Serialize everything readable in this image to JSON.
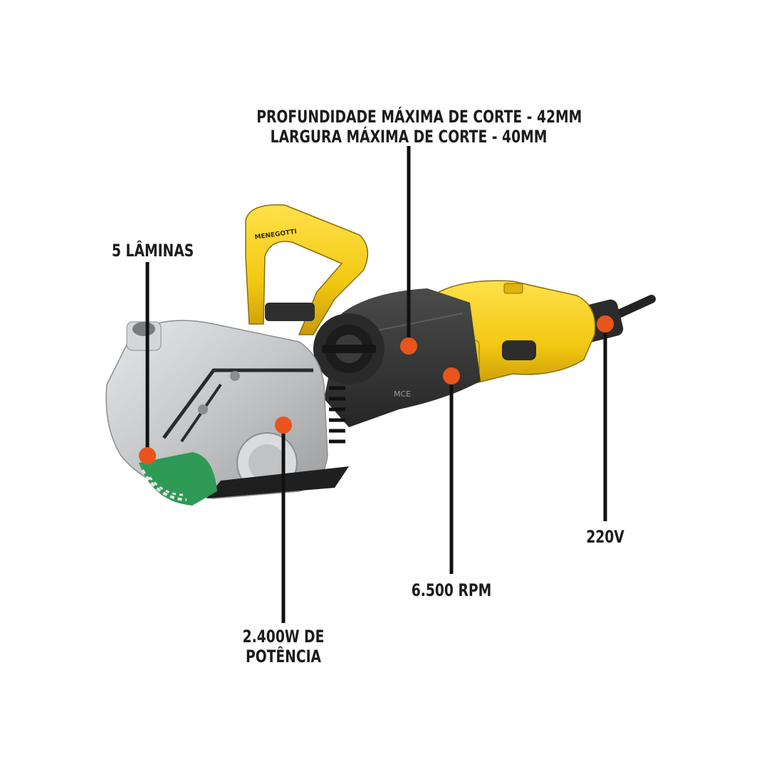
{
  "product": {
    "brand_label": "MENEGOTTI",
    "model_label": "MCE"
  },
  "callouts": {
    "cut_depth": "PROFUNDIDADE MÁXIMA DE CORTE - 42MM",
    "cut_width": "LARGURA MÁXIMA DE CORTE - 40MM",
    "blades": "5 LÂMINAS",
    "power_line1": "2.400W DE",
    "power_line2": "POTÊNCIA",
    "speed": "6.500 RPM",
    "voltage": "220V"
  },
  "colors": {
    "tool_yellow": "#f2c811",
    "tool_dark": "#3a3b3a",
    "tool_silver": "#c9cbcc",
    "blade_green": "#2e9a55",
    "marker_orange": "#e8541c",
    "leader_line": "#111111"
  }
}
